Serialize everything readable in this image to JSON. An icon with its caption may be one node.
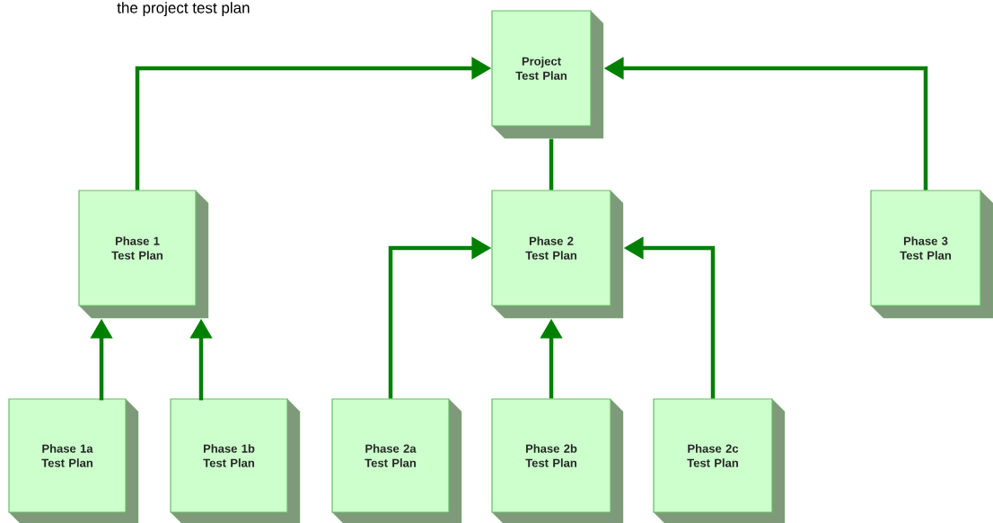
{
  "diagram": {
    "nodes": [
      {
        "text": [
          "Project Test Plan"
        ]
      },
      {
        "text": [
          "Phase 1 Test Plan"
        ]
      },
      {
        "text": [
          "Phase 2 Test Plan"
        ]
      },
      {
        "text": [
          "Phase 3 Test Plan"
        ]
      },
      {
        "text": [
          "Phase 1a Test Plan"
        ]
      },
      {
        "text": [
          "Phase 1b Test Plan"
        ]
      },
      {
        "text": [
          "Phase 2a Test Plan"
        ]
      },
      {
        "text": [
          "Phase 2b Test Plan"
        ]
      },
      {
        "text": [
          "Phase 2c Test Plan"
        ]
      }
    ],
    "edges": [
      {
        "from": 1,
        "to": 0,
        "arrow": "to"
      },
      {
        "from": 2,
        "to": 0,
        "arrow": "none"
      },
      {
        "from": 3,
        "to": 0,
        "arrow": "to"
      },
      {
        "from": 4,
        "to": 1,
        "arrow": "to"
      },
      {
        "from": 5,
        "to": 1,
        "arrow": "to"
      },
      {
        "from": 6,
        "to": 2,
        "arrow": "to"
      },
      {
        "from": 7,
        "to": 2,
        "arrow": "to"
      },
      {
        "from": 8,
        "to": 2,
        "arrow": "to"
      }
    ],
    "labels": [
      "the project test plan"
    ]
  }
}
